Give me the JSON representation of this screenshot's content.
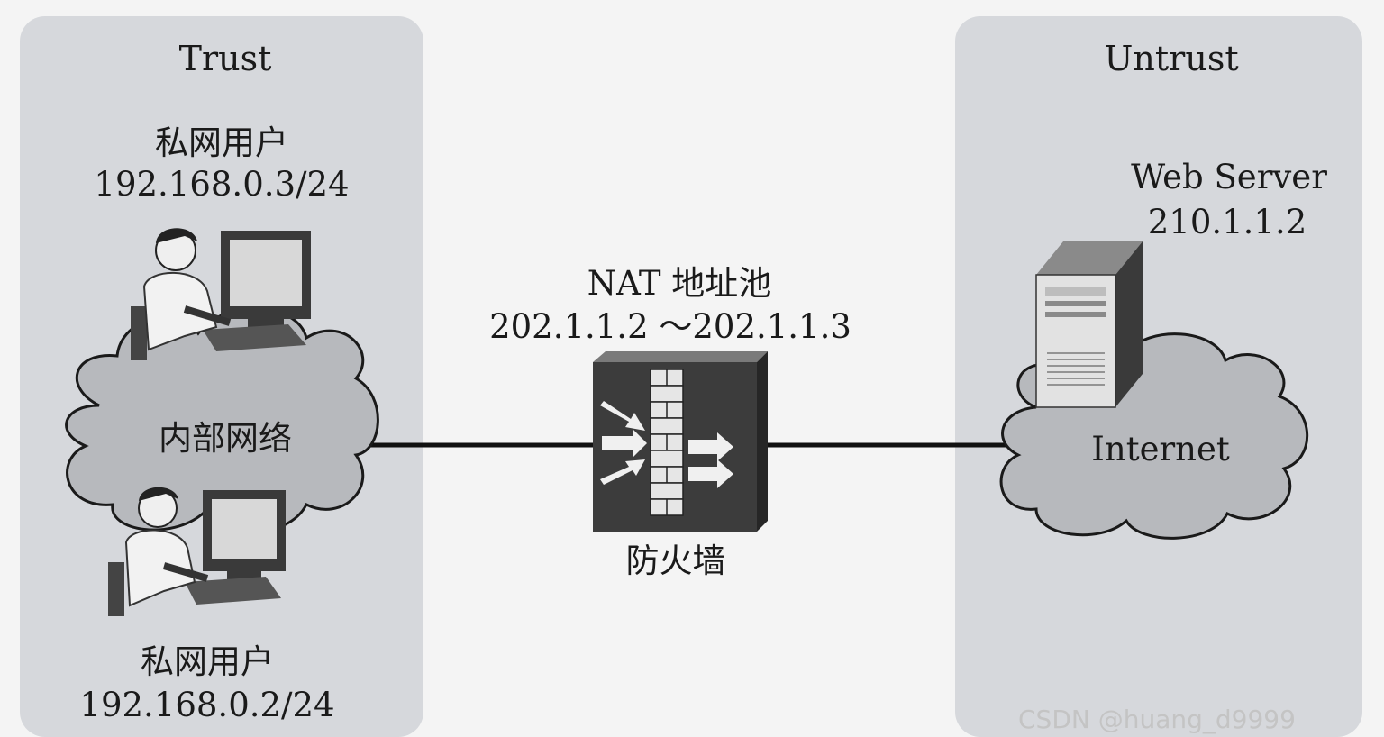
{
  "zones": {
    "trust": {
      "title": "Trust"
    },
    "untrust": {
      "title": "Untrust"
    }
  },
  "users": [
    {
      "label": "私网用户",
      "ip": "192.168.0.3/24"
    },
    {
      "label": "私网用户",
      "ip": "192.168.0.2/24"
    }
  ],
  "internal_network": {
    "label": "内部网络"
  },
  "nat": {
    "title": "NAT 地址池",
    "range": "202.1.1.2 ～202.1.1.3"
  },
  "firewall": {
    "label": "防火墙"
  },
  "web_server": {
    "title": "Web Server",
    "ip": "210.1.1.2"
  },
  "internet": {
    "label": "Internet"
  },
  "watermark": "CSDN @huang_d9999",
  "colors": {
    "zone_background": "#d6d8dc",
    "cloud_fill": "#b7b9bd",
    "firewall_body": "#3c3c3c",
    "link_line": "#111111"
  },
  "icons": [
    "user-workstation-icon",
    "cloud-icon",
    "firewall-icon",
    "server-tower-icon"
  ]
}
